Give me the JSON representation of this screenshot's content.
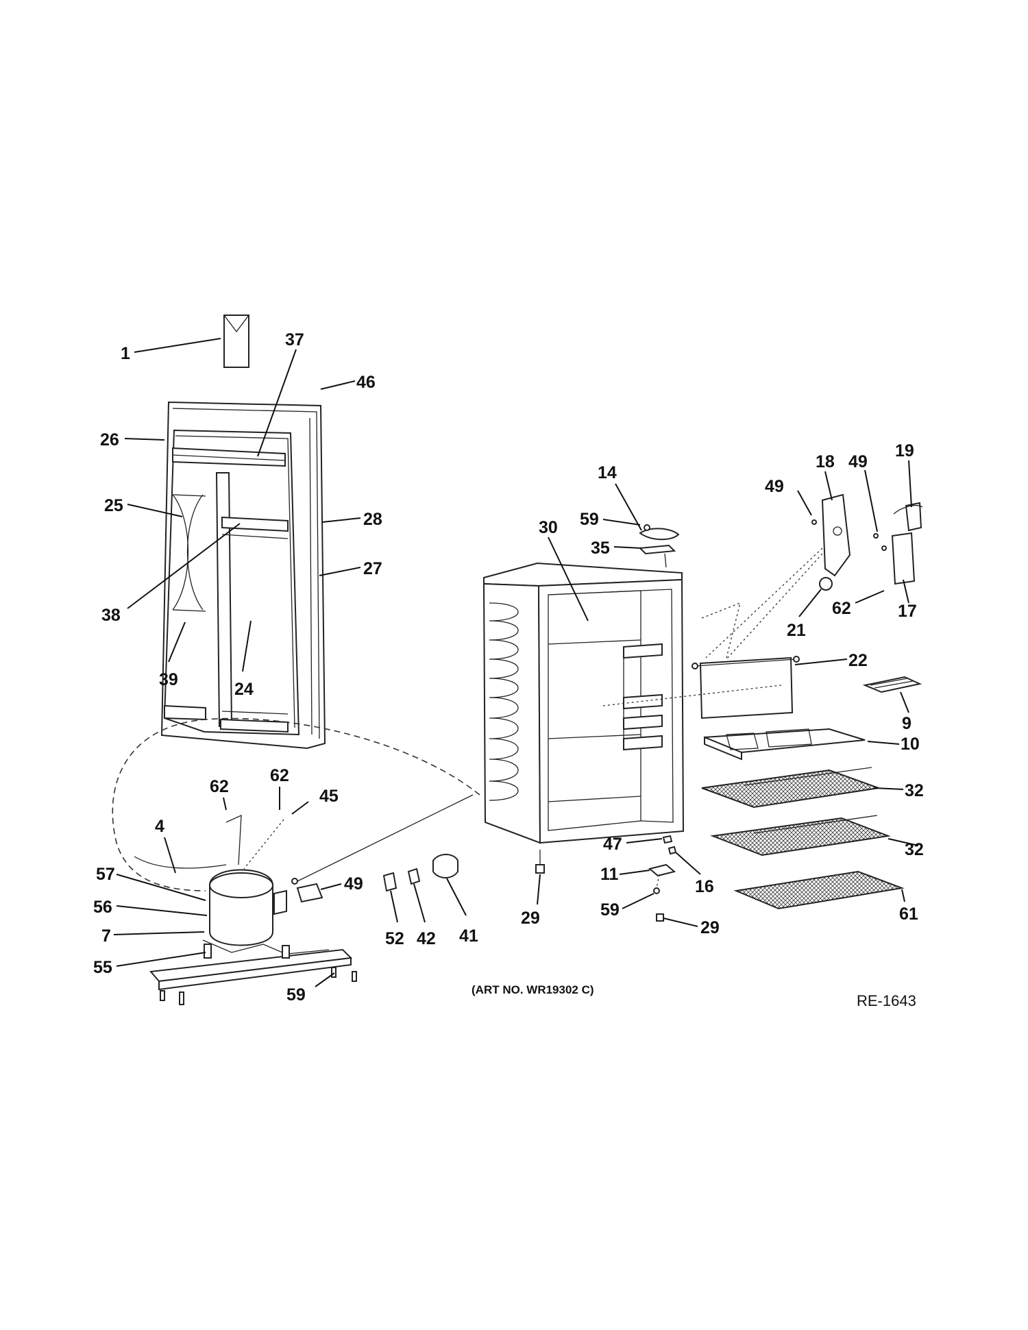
{
  "diagram": {
    "callouts": [
      {
        "id": "c1",
        "text": "1"
      },
      {
        "id": "c37",
        "text": "37"
      },
      {
        "id": "c46",
        "text": "46"
      },
      {
        "id": "c26",
        "text": "26"
      },
      {
        "id": "c25",
        "text": "25"
      },
      {
        "id": "c28",
        "text": "28"
      },
      {
        "id": "c27",
        "text": "27"
      },
      {
        "id": "c38",
        "text": "38"
      },
      {
        "id": "c39",
        "text": "39"
      },
      {
        "id": "c24",
        "text": "24"
      },
      {
        "id": "c14",
        "text": "14"
      },
      {
        "id": "c59a",
        "text": "59"
      },
      {
        "id": "c30",
        "text": "30"
      },
      {
        "id": "c35",
        "text": "35"
      },
      {
        "id": "c18",
        "text": "18"
      },
      {
        "id": "c49a",
        "text": "49"
      },
      {
        "id": "c49b",
        "text": "49"
      },
      {
        "id": "c19",
        "text": "19"
      },
      {
        "id": "c21",
        "text": "21"
      },
      {
        "id": "c62a",
        "text": "62"
      },
      {
        "id": "c17",
        "text": "17"
      },
      {
        "id": "c22",
        "text": "22"
      },
      {
        "id": "c9",
        "text": "9"
      },
      {
        "id": "c10",
        "text": "10"
      },
      {
        "id": "c32a",
        "text": "32"
      },
      {
        "id": "c32b",
        "text": "32"
      },
      {
        "id": "c61",
        "text": "61"
      },
      {
        "id": "c62b",
        "text": "62"
      },
      {
        "id": "c62c",
        "text": "62"
      },
      {
        "id": "c45",
        "text": "45"
      },
      {
        "id": "c4",
        "text": "4"
      },
      {
        "id": "c57",
        "text": "57"
      },
      {
        "id": "c56",
        "text": "56"
      },
      {
        "id": "c7",
        "text": "7"
      },
      {
        "id": "c55",
        "text": "55"
      },
      {
        "id": "c49c",
        "text": "49"
      },
      {
        "id": "c52",
        "text": "52"
      },
      {
        "id": "c42",
        "text": "42"
      },
      {
        "id": "c41",
        "text": "41"
      },
      {
        "id": "c29a",
        "text": "29"
      },
      {
        "id": "c47",
        "text": "47"
      },
      {
        "id": "c11",
        "text": "11"
      },
      {
        "id": "c16",
        "text": "16"
      },
      {
        "id": "c59b",
        "text": "59"
      },
      {
        "id": "c29b",
        "text": "29"
      },
      {
        "id": "c59c",
        "text": "59"
      }
    ],
    "art_number": "(ART NO. WR19302 C)",
    "reference_code": "RE-1643"
  }
}
